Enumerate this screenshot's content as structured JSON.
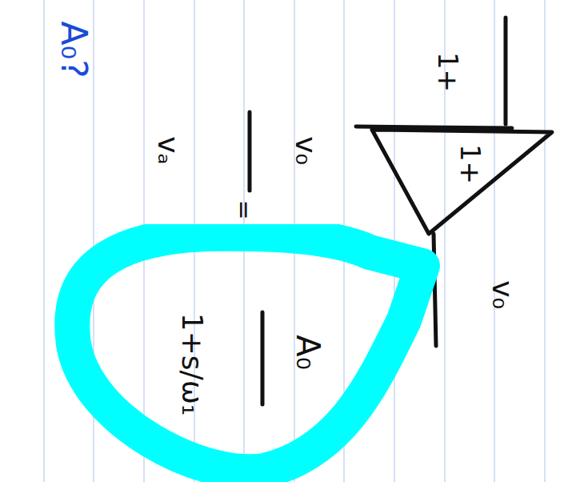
{
  "diagram": {
    "nodes": [
      {
        "text": [
          "A₀",
          "1+s/ω₁"
        ]
      }
    ],
    "labels": [
      "A₀?",
      "1+",
      "1+",
      "v₀",
      "vₐ",
      "v₀",
      "="
    ]
  }
}
